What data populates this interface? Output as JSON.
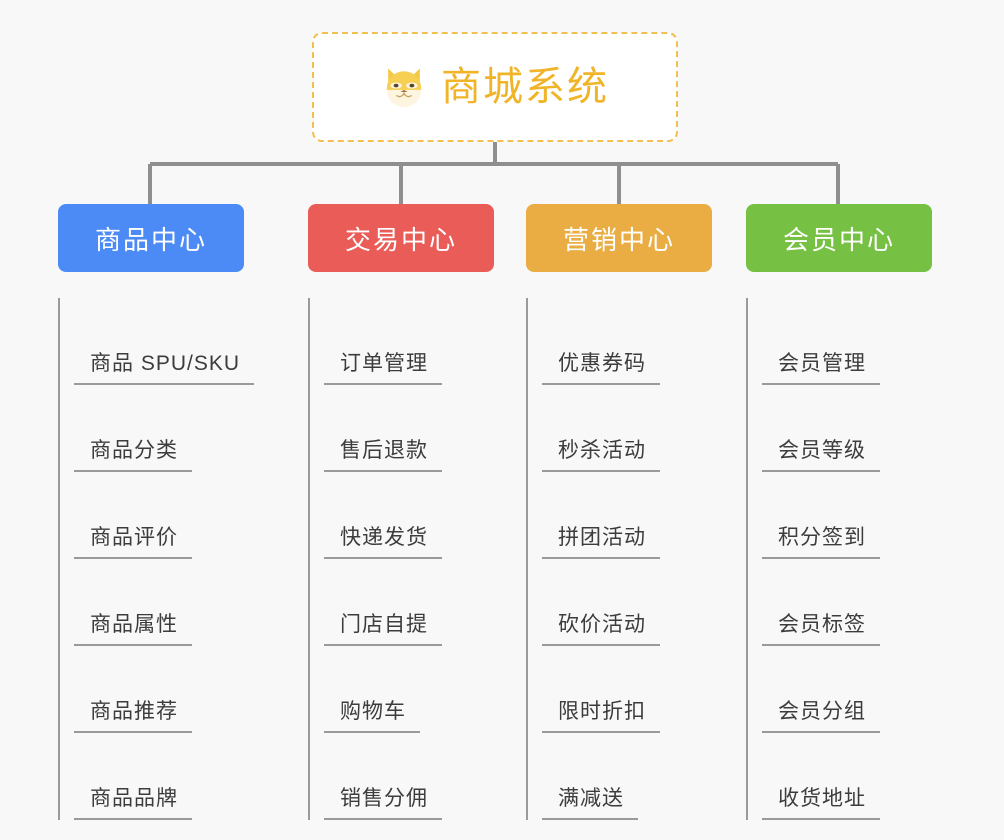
{
  "root": {
    "title": "商城系统",
    "icon": "shiba-dog-icon",
    "border_color": "#f3bf4e",
    "text_color": "#f0b429",
    "background": "#ffffff"
  },
  "canvas": {
    "background": "#f8f8f8",
    "connector_color": "#8f8f8f"
  },
  "branches": [
    {
      "label": "商品中心",
      "color": "#4c8bf5",
      "items": [
        "商品 SPU/SKU",
        "商品分类",
        "商品评价",
        "商品属性",
        "商品推荐",
        "商品品牌"
      ]
    },
    {
      "label": "交易中心",
      "color": "#e95c58",
      "items": [
        "订单管理",
        "售后退款",
        "快递发货",
        "门店自提",
        "购物车",
        "销售分佣"
      ]
    },
    {
      "label": "营销中心",
      "color": "#eaad44",
      "items": [
        "优惠券码",
        "秒杀活动",
        "拼团活动",
        "砍价活动",
        "限时折扣",
        "满减送"
      ]
    },
    {
      "label": "会员中心",
      "color": "#76c043",
      "items": [
        "会员管理",
        "会员等级",
        "积分签到",
        "会员标签",
        "会员分组",
        "收货地址"
      ]
    }
  ]
}
